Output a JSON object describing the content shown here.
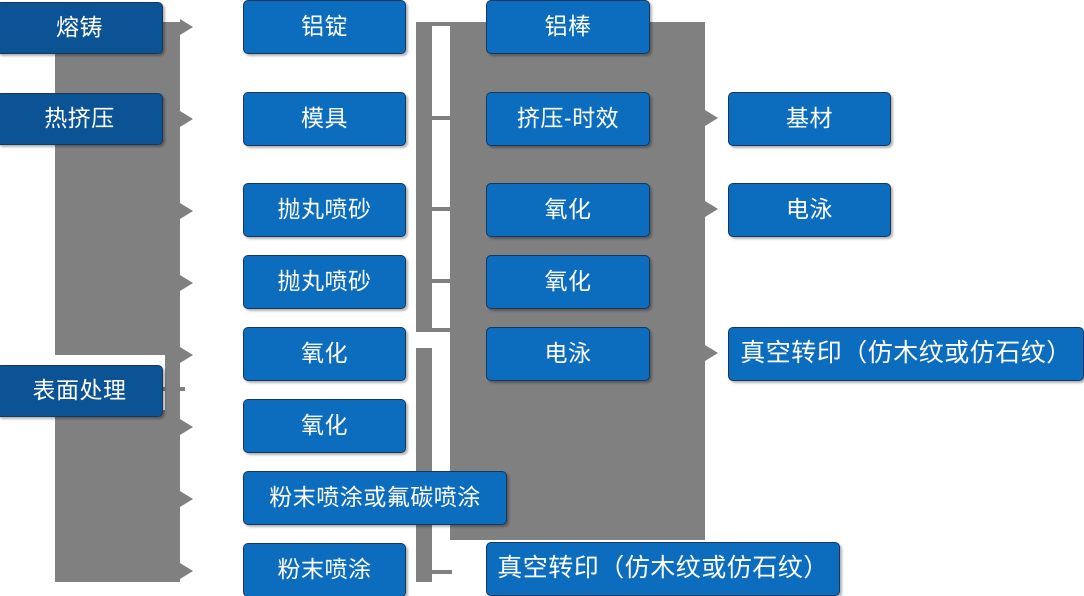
{
  "diagram": {
    "type": "process-flowchart",
    "language": "zh-CN",
    "colors": {
      "stage_box": "#0B5394",
      "process_box": "#0C6DBE",
      "connector": "#808080",
      "box_border": "#17375E",
      "text": "#FFFFFF",
      "background": "#FFFFFF"
    },
    "stages": [
      {
        "id": "stage-melt-cast",
        "label": "熔铸"
      },
      {
        "id": "stage-hot-extrusion",
        "label": "热挤压"
      },
      {
        "id": "stage-surface-treatment",
        "label": "表面处理"
      }
    ],
    "column2": [
      {
        "id": "node-aluminium-ingot",
        "label": "铝锭"
      },
      {
        "id": "node-mould",
        "label": "模具"
      },
      {
        "id": "node-shot-blasting-1",
        "label": "抛丸喷砂"
      },
      {
        "id": "node-shot-blasting-2",
        "label": "抛丸喷砂"
      },
      {
        "id": "node-oxidation-1",
        "label": "氧化"
      },
      {
        "id": "node-oxidation-2",
        "label": "氧化"
      },
      {
        "id": "node-powder-or-pvdf-spray",
        "label": "粉末喷涂或氟碳喷涂"
      },
      {
        "id": "node-powder-spray",
        "label": "粉末喷涂"
      }
    ],
    "column3": [
      {
        "id": "node-aluminium-bar",
        "label": "铝棒"
      },
      {
        "id": "node-extrusion-aging",
        "label": "挤压-时效"
      },
      {
        "id": "node-oxidation-3",
        "label": "氧化"
      },
      {
        "id": "node-oxidation-4",
        "label": "氧化"
      },
      {
        "id": "node-electrophoresis-1",
        "label": "电泳"
      },
      {
        "id": "node-vacuum-transfer-bottom",
        "label": "真空转印（仿木纹或仿石纹）"
      }
    ],
    "column4": [
      {
        "id": "node-base-material",
        "label": "基材"
      },
      {
        "id": "node-electrophoresis-2",
        "label": "电泳"
      },
      {
        "id": "node-vacuum-transfer-right",
        "label": "真空转印（仿木纹或仿石纹）"
      }
    ]
  }
}
